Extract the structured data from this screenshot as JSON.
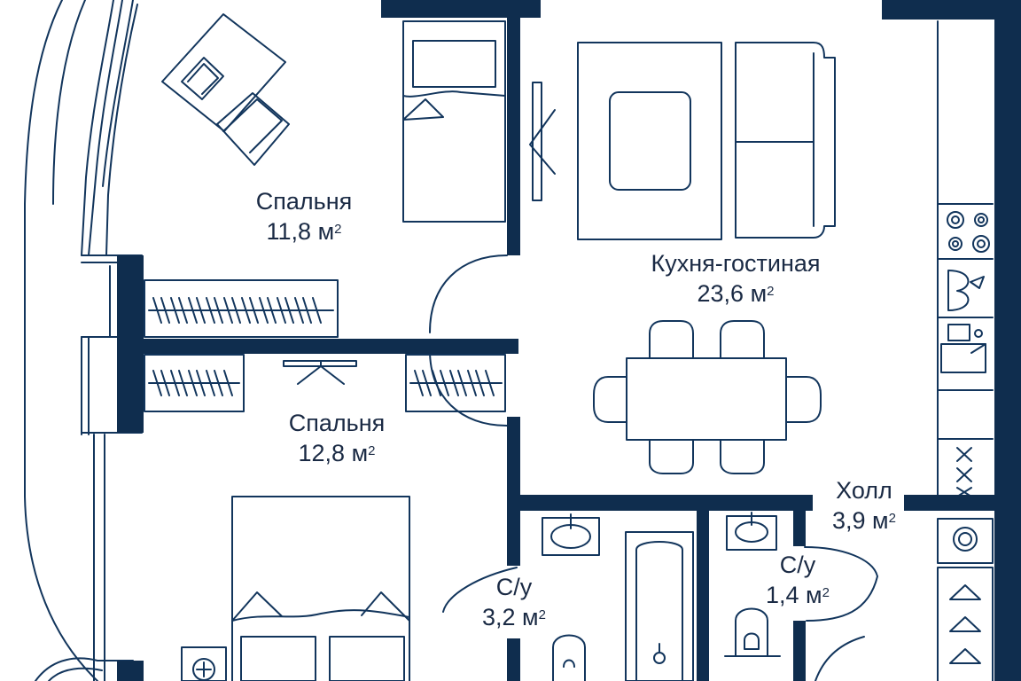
{
  "plan": {
    "wall_color": "#0f2d4e",
    "furniture_color": "#12355c",
    "rooms": {
      "bedroom1": {
        "name": "Спальня",
        "area": "11,8 м",
        "unit_superscript": "2"
      },
      "bedroom2": {
        "name": "Спальня",
        "area": "12,8 м",
        "unit_superscript": "2"
      },
      "kitchen_living": {
        "name": "Кухня-гостиная",
        "area": "23,6 м",
        "unit_superscript": "2"
      },
      "hall": {
        "name": "Холл",
        "area": "3,9 м",
        "unit_superscript": "2"
      },
      "bathroom1": {
        "name": "С/у",
        "area": "3,2 м",
        "unit_superscript": "2"
      },
      "bathroom2": {
        "name": "С/у",
        "area": "1,4 м",
        "unit_superscript": "2"
      }
    },
    "fixtures": [
      "bed-icon",
      "desk-icon",
      "laptop-icon",
      "sofa-icon",
      "rug-icon",
      "dining-table-icon",
      "chair-icon",
      "wardrobe-icon",
      "stove-icon",
      "sink-icon",
      "bathtub-icon",
      "toilet-icon",
      "washing-machine-icon",
      "hanger-icon",
      "dishwasher-icon"
    ]
  }
}
